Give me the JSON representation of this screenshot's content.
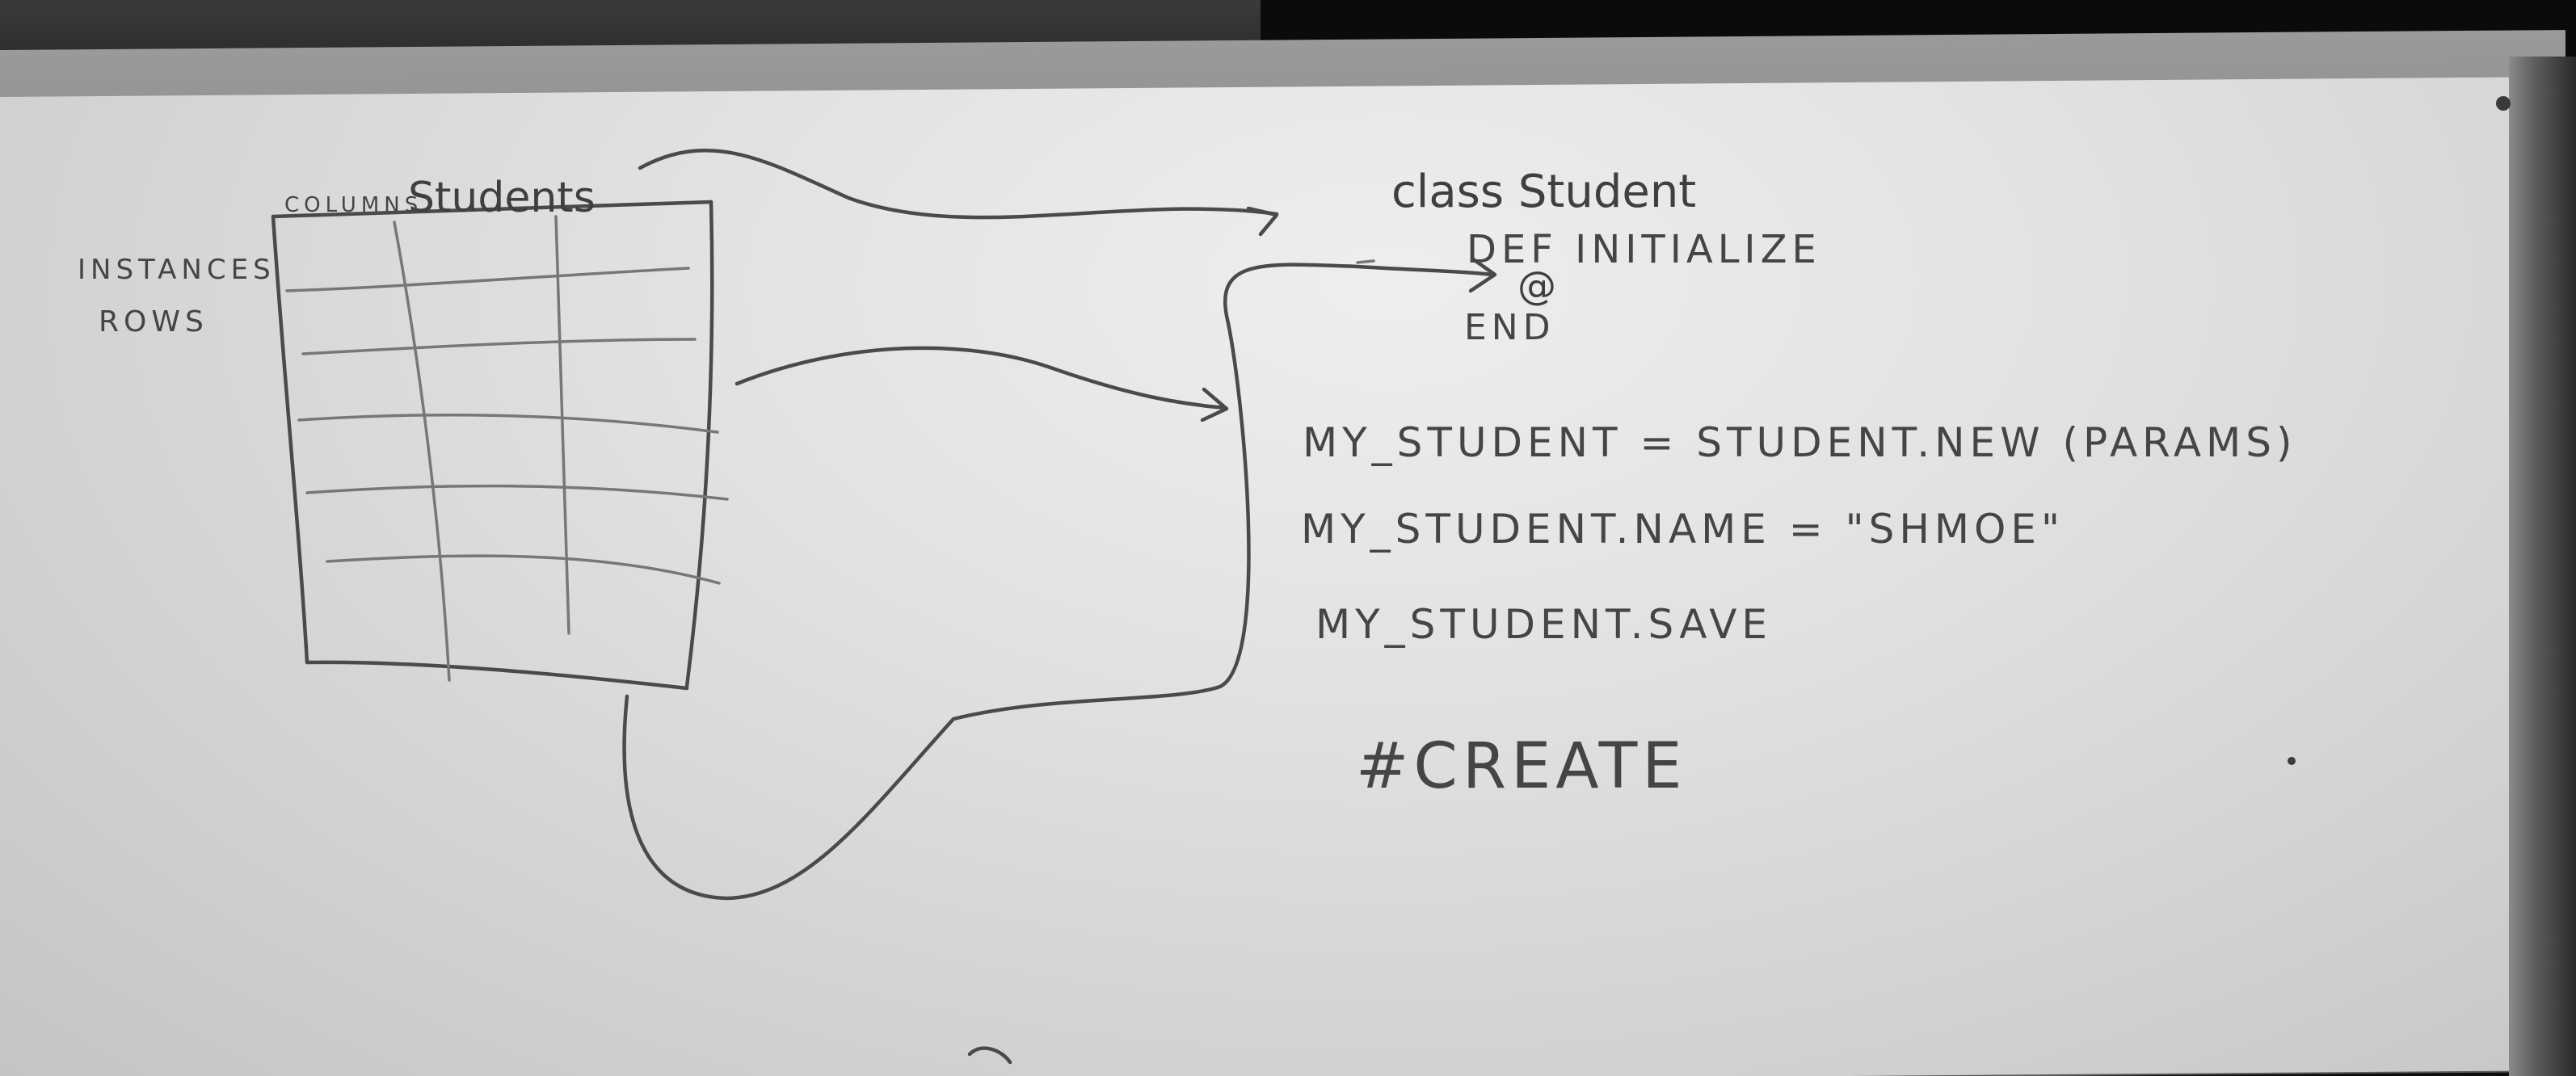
{
  "whiteboard": {
    "table": {
      "title": "Students",
      "columns_label": "COLUMNS",
      "side_labels": [
        "INSTANCES",
        "ROWS"
      ]
    },
    "class_block": {
      "line1": "class Student",
      "line2": "DEF INITIALIZE",
      "line3": "@",
      "line4": "END"
    },
    "code_lines": [
      "MY_STUDENT = STUDENT.NEW (PARAMS)",
      "MY_STUDENT.NAME = \"SHMOE\"",
      "MY_STUDENT.SAVE"
    ],
    "hashtag": "#CREATE"
  }
}
